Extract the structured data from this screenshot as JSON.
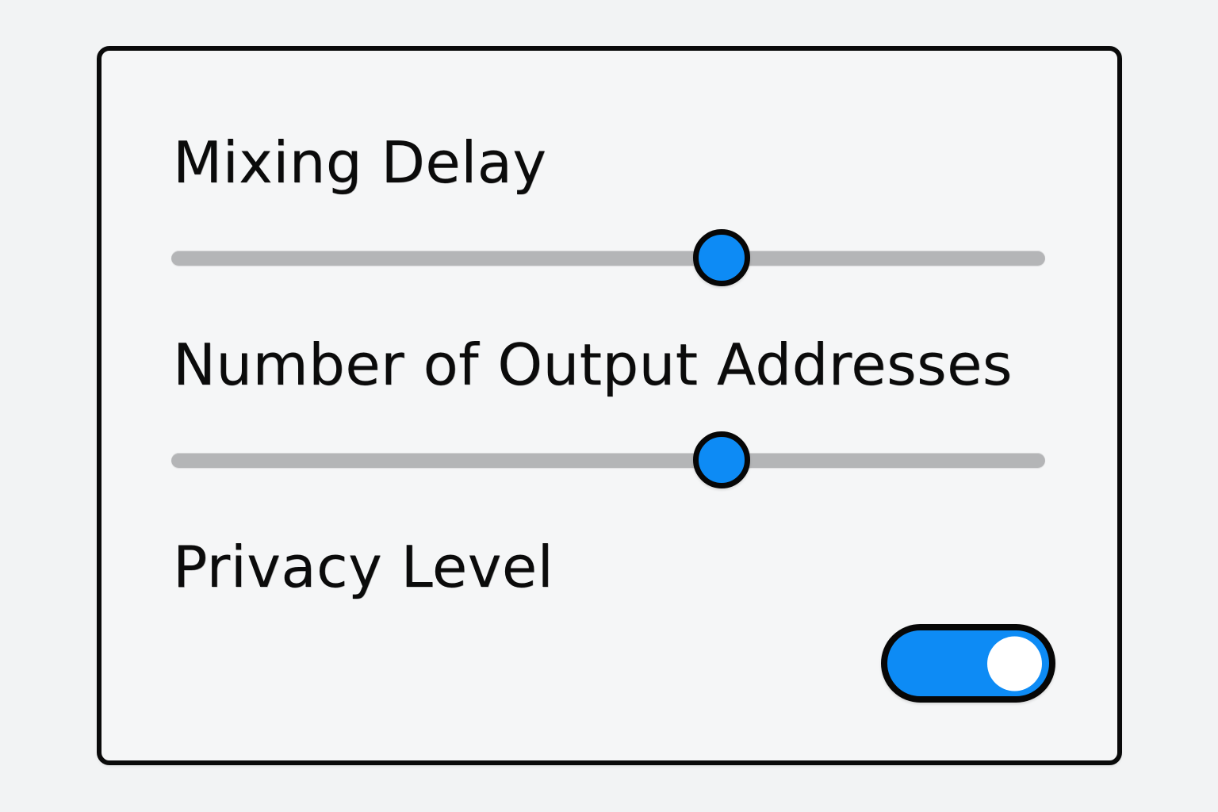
{
  "card": {
    "background_color": "#f5f6f7",
    "border_color": "#0a0a0a"
  },
  "page": {
    "background_color": "#f2f3f4",
    "accent_color": "#0d8bf5",
    "track_color": "#b4b5b7"
  },
  "settings": [
    {
      "id": "mixing-delay",
      "label": "Mixing Delay",
      "control": "slider",
      "value_percent": 63
    },
    {
      "id": "output-addresses",
      "label": "Number of Output Addresses",
      "control": "slider",
      "value_percent": 63
    },
    {
      "id": "privacy-level",
      "label": "Privacy Level",
      "control": "toggle",
      "toggle_state": "on"
    }
  ]
}
